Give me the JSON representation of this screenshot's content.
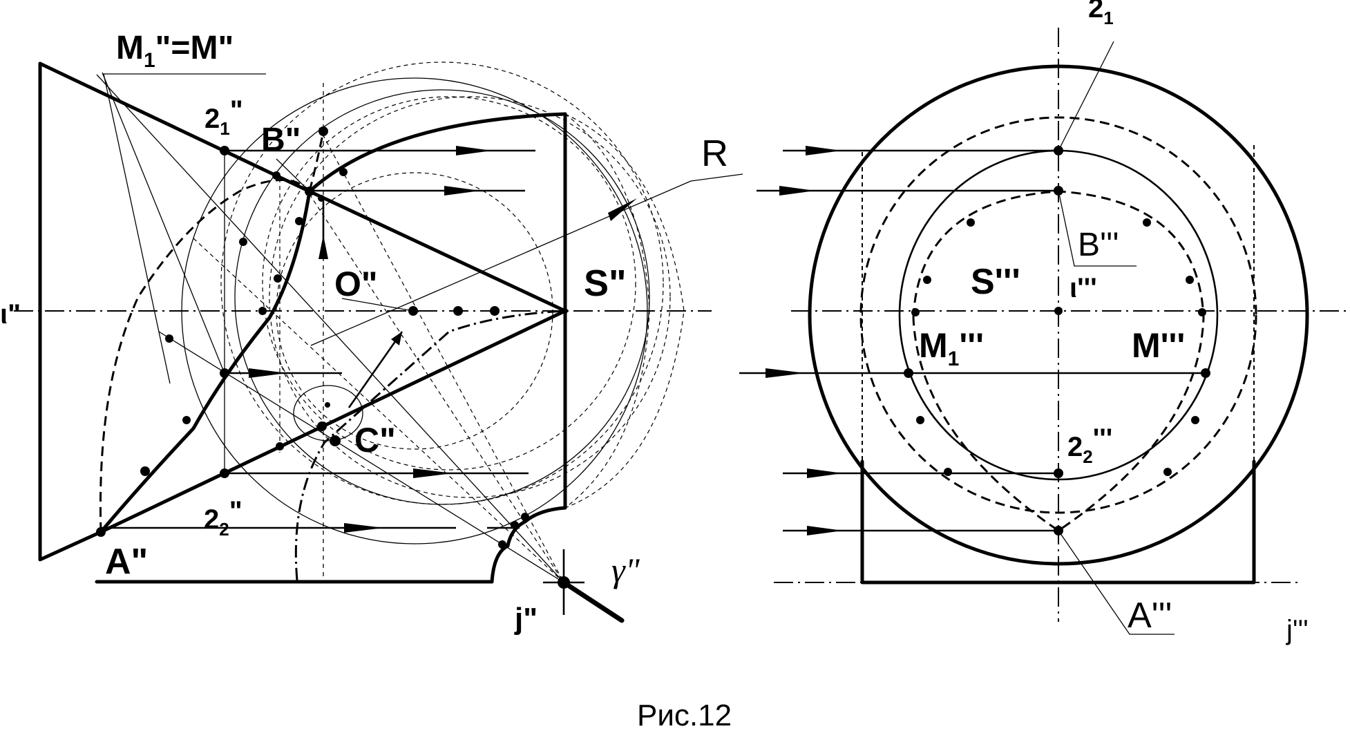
{
  "labels": {
    "m1_eq_m": "M",
    "m1_eq_m_sub": "1",
    "m1_eq_m_rest": "\"=M\"",
    "m1_eq_m_q": "\"",
    "two1_front": "2",
    "two1_front_sub": "1",
    "two1_front_q": "\"",
    "b_front": "B\"",
    "r": "R",
    "iota_front": "ι\"",
    "o_front": "O\"",
    "s_front": "S\"",
    "c_front": "C\"",
    "two2_front": "2",
    "two2_front_sub": "2",
    "two2_front_q": "\"",
    "a_front": "A\"",
    "j_front": "j\"",
    "gamma_front": "γ\"",
    "two1_side": "2",
    "two1_side_sub": "1",
    "two1_side_q": "'''",
    "b_side": "B'''",
    "s_side": "S'''",
    "iota_side": "ι'''",
    "m1_side": "M",
    "m1_side_sub": "1",
    "m1_side_q": "'''",
    "m_side": "M'''",
    "two2_side": "2",
    "two2_side_sub": "2",
    "two2_side_q": "'''",
    "a_side": "A'''",
    "j_side": "j'''"
  },
  "caption": "Рис.12"
}
